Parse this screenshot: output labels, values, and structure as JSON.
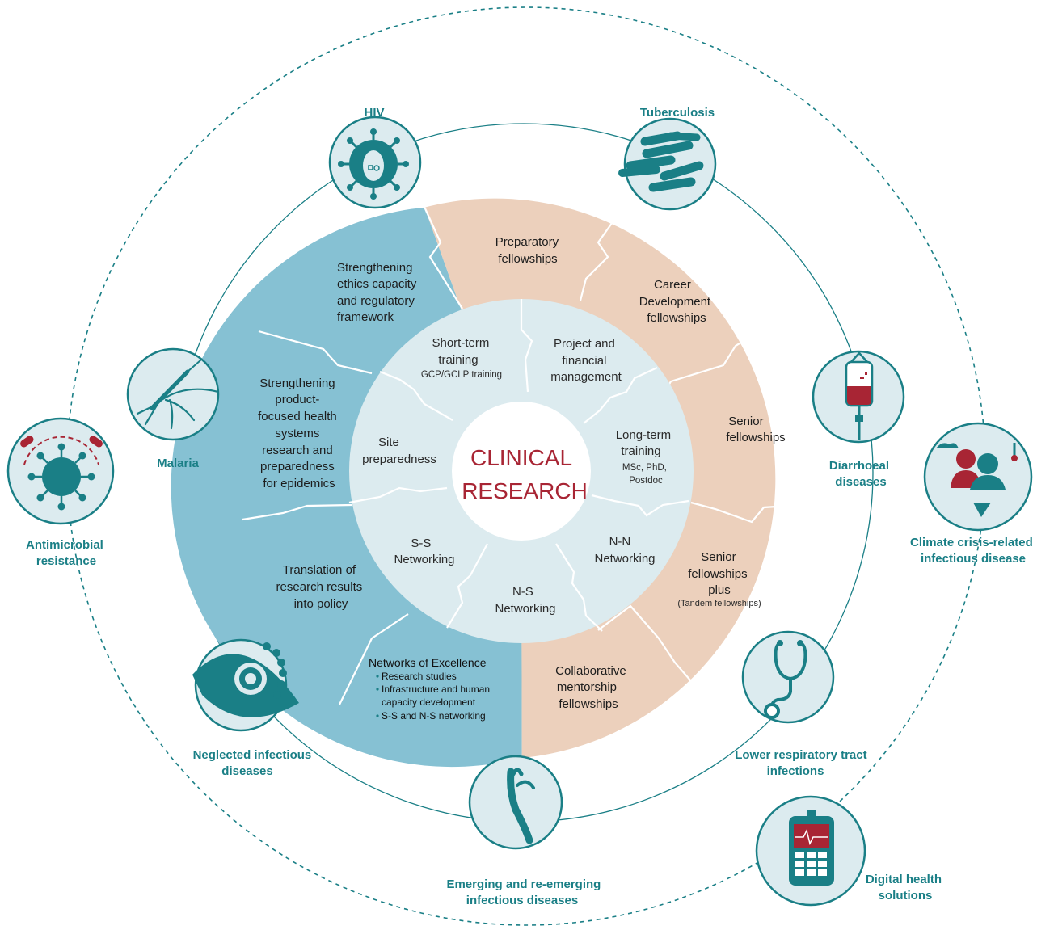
{
  "center": {
    "line1": "CLINICAL",
    "line2": "RESEARCH"
  },
  "inner_ring": [
    {
      "id": "short-term",
      "lines": [
        "Short-term",
        "training"
      ],
      "sub": "GCP/GCLP training"
    },
    {
      "id": "project",
      "lines": [
        "Project and",
        "financial",
        "management"
      ]
    },
    {
      "id": "long-term",
      "lines": [
        "Long-term",
        "training"
      ],
      "sub_lines": [
        "MSc, PhD,",
        "Postdoc"
      ]
    },
    {
      "id": "site",
      "lines": [
        "Site",
        "preparedness"
      ]
    },
    {
      "id": "ss",
      "lines": [
        "S-S",
        "Networking"
      ]
    },
    {
      "id": "ns",
      "lines": [
        "N-S",
        "Networking"
      ]
    },
    {
      "id": "nn",
      "lines": [
        "N-N",
        "Networking"
      ]
    }
  ],
  "outer_ring": {
    "ethics": [
      "Strengthening",
      "ethics capacity",
      "and regulatory",
      "framework"
    ],
    "product": [
      "Strengthening",
      "product-",
      "focused health",
      "systems",
      "research and",
      "preparedness",
      "for epidemics"
    ],
    "translation": [
      "Translation of",
      "research results",
      "into policy"
    ],
    "noe_title": "Networks of Excellence",
    "noe_items": [
      "Research studies",
      "Infrastructure and human",
      "capacity development",
      "S-S and N-S networking"
    ],
    "preparatory": [
      "Preparatory",
      "fellowships"
    ],
    "career": [
      "Career",
      "Development",
      "fellowships"
    ],
    "senior": [
      "Senior",
      "fellowships"
    ],
    "senior_plus": [
      "Senior",
      "fellowships",
      "plus"
    ],
    "senior_plus_sub": "(Tandem fellowships)",
    "collab": [
      "Collaborative",
      "mentorship",
      "fellowships"
    ]
  },
  "diseases": [
    {
      "id": "hiv",
      "icon": "virus-icon",
      "lines": [
        "HIV"
      ]
    },
    {
      "id": "tb",
      "icon": "bacteria-icon",
      "lines": [
        "Tuberculosis"
      ]
    },
    {
      "id": "diarrhoeal",
      "icon": "iv-bag-icon",
      "lines": [
        "Diarrhoeal",
        "diseases"
      ]
    },
    {
      "id": "lrti",
      "icon": "stethoscope-icon",
      "lines": [
        "Lower respiratory tract",
        "infections"
      ]
    },
    {
      "id": "emerging",
      "icon": "worm-icon",
      "lines": [
        "Emerging and re-emerging",
        "infectious diseases"
      ]
    },
    {
      "id": "neglected",
      "icon": "eye-icon",
      "lines": [
        "Neglected infectious",
        "diseases"
      ]
    },
    {
      "id": "malaria",
      "icon": "mosquito-icon",
      "lines": [
        "Malaria"
      ]
    },
    {
      "id": "amr",
      "icon": "microbe-icon",
      "lines": [
        "Antimicrobial",
        "resistance"
      ]
    },
    {
      "id": "climate",
      "icon": "climate-people-icon",
      "lines": [
        "Climate crisis-related",
        "infectious disease"
      ]
    },
    {
      "id": "digital",
      "icon": "tablet-icon",
      "lines": [
        "Digital health",
        "solutions"
      ]
    }
  ],
  "colors": {
    "blue": "#86c1d3",
    "peach": "#ecd0bc",
    "inner": "#dcebef",
    "teal": "#1a7f86",
    "red": "#a82534"
  }
}
